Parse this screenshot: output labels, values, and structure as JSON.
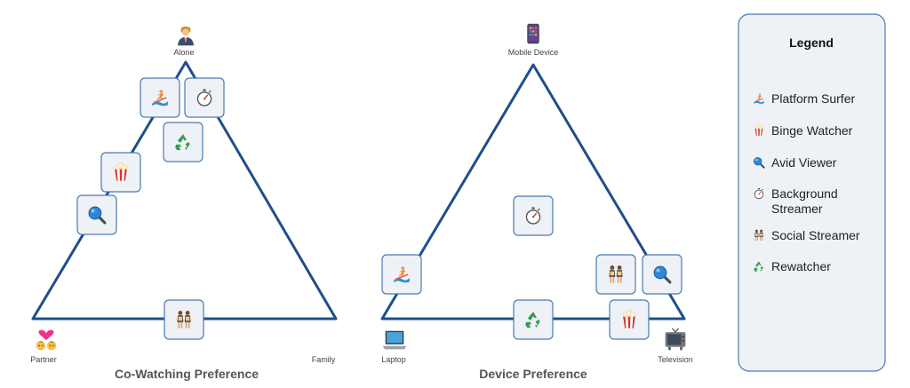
{
  "diagrams": [
    {
      "title": "Co-Watching Preference",
      "corners": {
        "top": {
          "label": "Alone",
          "icon": "person-in-suit-icon"
        },
        "left": {
          "label": "Partner",
          "icon": "couple-with-heart-icon"
        },
        "right": {
          "label": "Family",
          "icon": ""
        }
      },
      "tiles": [
        {
          "category": "platform-surfer",
          "icon": "surfer-icon"
        },
        {
          "category": "background-streamer",
          "icon": "stopwatch-icon"
        },
        {
          "category": "rewatcher",
          "icon": "recycle-icon"
        },
        {
          "category": "binge-watcher",
          "icon": "popcorn-icon"
        },
        {
          "category": "avid-viewer",
          "icon": "magnifier-icon"
        },
        {
          "category": "social-streamer",
          "icon": "people-icon"
        }
      ]
    },
    {
      "title": "Device Preference",
      "corners": {
        "top": {
          "label": "Mobile Device",
          "icon": "mobile-phone-icon"
        },
        "left": {
          "label": "Laptop",
          "icon": "laptop-icon"
        },
        "right": {
          "label": "Television",
          "icon": "television-icon"
        }
      },
      "tiles": [
        {
          "category": "background-streamer",
          "icon": "stopwatch-icon"
        },
        {
          "category": "platform-surfer",
          "icon": "surfer-icon"
        },
        {
          "category": "social-streamer",
          "icon": "people-icon"
        },
        {
          "category": "avid-viewer",
          "icon": "magnifier-icon"
        },
        {
          "category": "rewatcher",
          "icon": "recycle-icon"
        },
        {
          "category": "binge-watcher",
          "icon": "popcorn-icon"
        }
      ]
    }
  ],
  "legend": {
    "title": "Legend",
    "items": [
      {
        "label_lines": [
          "Platform Surfer"
        ],
        "icon": "surfer-icon"
      },
      {
        "label_lines": [
          "Binge Watcher"
        ],
        "icon": "popcorn-icon"
      },
      {
        "label_lines": [
          "Avid Viewer"
        ],
        "icon": "magnifier-icon"
      },
      {
        "label_lines": [
          "Background",
          "Streamer"
        ],
        "icon": "stopwatch-icon"
      },
      {
        "label_lines": [
          "Social Streamer"
        ],
        "icon": "people-icon"
      },
      {
        "label_lines": [
          "Rewatcher"
        ],
        "icon": "recycle-icon"
      }
    ]
  },
  "colors": {
    "triangle": "#1f4e8c",
    "tile_fill": "#eef1f6",
    "tile_border": "#4a7bb0"
  }
}
